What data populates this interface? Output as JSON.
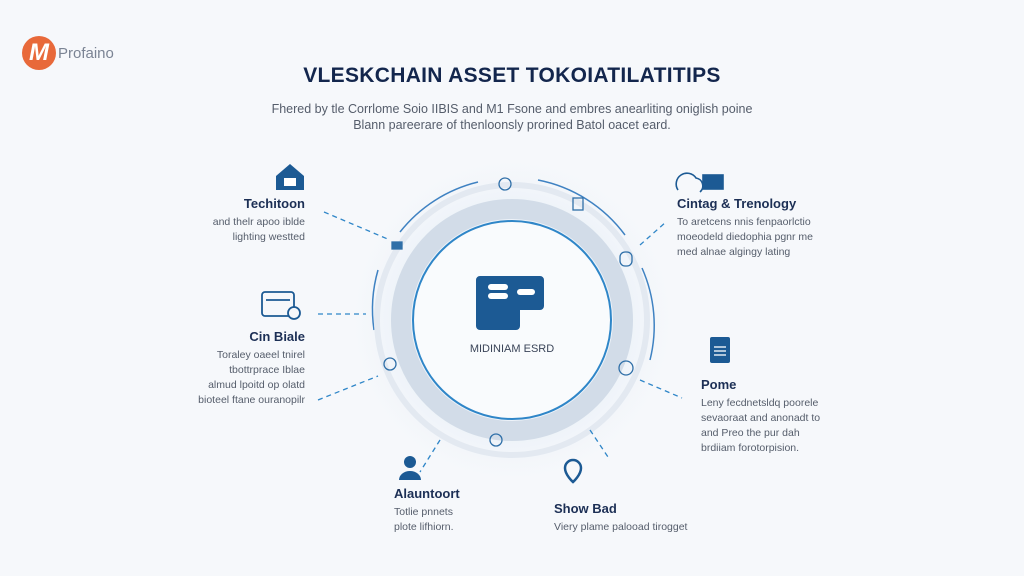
{
  "logo": {
    "mark": "M",
    "text": "Profaino"
  },
  "title": "VLESKCHAIN ASSET TOKOIATILATITIPS",
  "subtitle": [
    "Fhered by tle Corrlome Soio IIBIS and M1 Fsone and embres anearliting oniglish poine",
    "Blann pareerare of thenloonsly prorined Batol oacet eard."
  ],
  "center": {
    "label": "MIDINIAM ESRD"
  },
  "nodes": [
    {
      "title": "Techitoon",
      "desc": [
        "and thelr apoo iblde",
        "lighting westted"
      ],
      "icon": "house-icon"
    },
    {
      "title": "Cin Biale",
      "desc": [
        "Toraley oaeel tnirel",
        "tbottrprace Iblae",
        "almud lpoitd op olatd",
        "bioteel ftane ouranopilr"
      ],
      "icon": "card-icon"
    },
    {
      "title": "Alauntoort",
      "desc": [
        "Totlie pnnets",
        "plote lifhiorn."
      ],
      "icon": "person-icon"
    },
    {
      "title": "Show Bad",
      "desc": [
        "Viery plame palooad tirogget"
      ],
      "icon": "location-pin-icon"
    },
    {
      "title": "Pome",
      "desc": [
        "Leny fecdnetsldq poorele",
        "sevaoraat and anonadt to",
        "and Preo the pur dah",
        "brdiiam forotorpision."
      ],
      "icon": "clipboard-icon"
    },
    {
      "title": "Cintag & Trenology",
      "desc": [
        "To aretcens nnis fenpaorlctio",
        "moeodeld diedophia pgnr me",
        "med alnae algingy lating"
      ],
      "icon": "cloud-screen-icon"
    }
  ],
  "colors": {
    "accent": "#1c5a94",
    "navy": "#13264d",
    "ring": "#d3dde9",
    "logo": "#e8693a"
  }
}
